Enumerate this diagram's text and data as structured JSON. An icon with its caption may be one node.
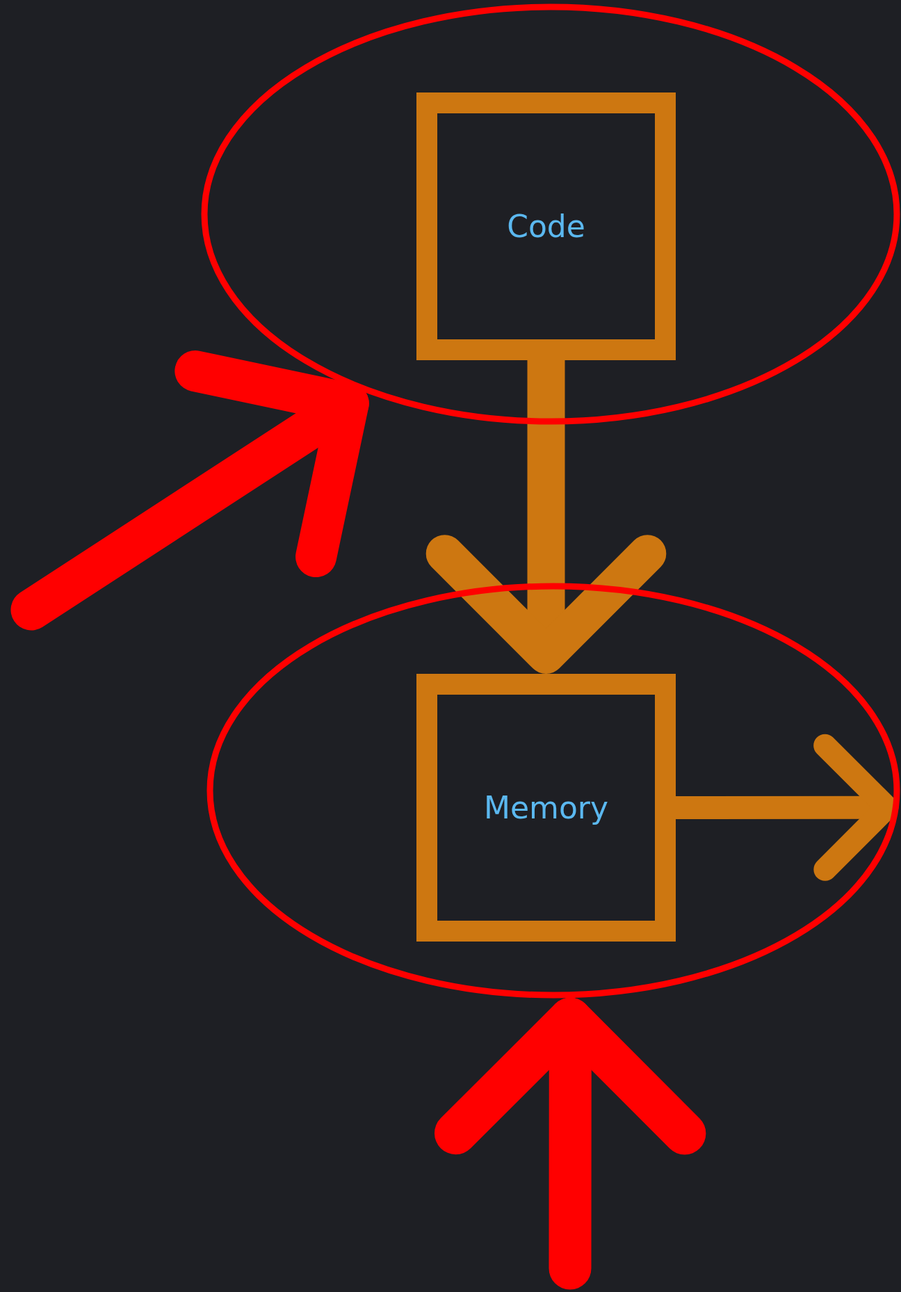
{
  "diagram": {
    "nodes": [
      {
        "text": [],
        "shape": "ellipse"
      },
      {
        "text": [
          "Code"
        ],
        "in": 0
      },
      {
        "text": [],
        "shape": "ellipse"
      },
      {
        "text": [
          "Memory"
        ],
        "in": 2
      }
    ],
    "edges": [
      {
        "from": 1,
        "to": 3,
        "arrow": "to",
        "color": "#cd7711"
      },
      {
        "from": null,
        "to": 0,
        "arrow": "to",
        "color": "#ff0000"
      },
      {
        "from": null,
        "to": 2,
        "arrow": "to",
        "color": "#ff0000"
      },
      {
        "from": 3,
        "to": 2,
        "arrow": "to",
        "color": "#cd7711"
      }
    ]
  }
}
